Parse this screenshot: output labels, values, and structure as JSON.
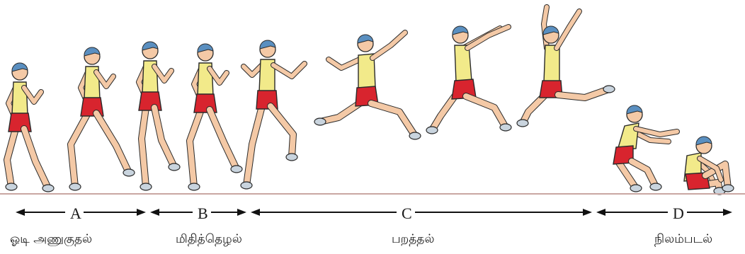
{
  "phases": [
    {
      "letter": "A",
      "name": "ஓடி அணுகுதல்"
    },
    {
      "letter": "B",
      "name": "மிதித்தெழல்"
    },
    {
      "letter": "C",
      "name": "பறத்தல்"
    },
    {
      "letter": "D",
      "name": "நிலம்படல்"
    }
  ],
  "colors": {
    "skin": "#f4c9a6",
    "shirt": "#f2ea8a",
    "shorts": "#d8242e",
    "hair": "#5a8fc0",
    "shoe": "#c9d4de",
    "ground": "#c9a7a2",
    "outline": "#2a2a2a"
  }
}
